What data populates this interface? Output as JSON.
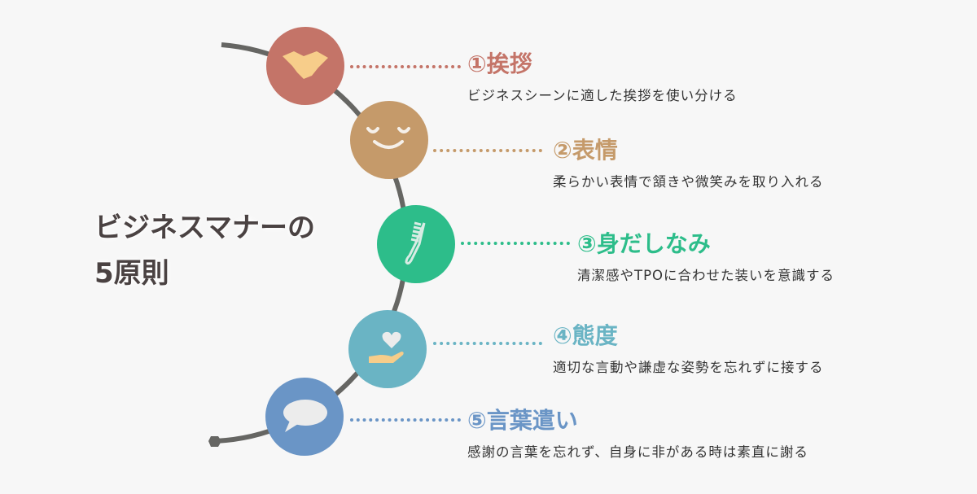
{
  "title_line1": "ビジネスマナーの",
  "title_line2": "5原則",
  "items": [
    {
      "title": "①挨拶",
      "desc": "ビジネスシーンに適した挨拶を使い分ける",
      "color": "#c47468",
      "icon": "handshake-icon"
    },
    {
      "title": "②表情",
      "desc": "柔らかい表情で頷きや微笑みを取り入れる",
      "color": "#c59a6a",
      "icon": "smile-face-icon"
    },
    {
      "title": "③身だしなみ",
      "desc": "清潔感やTPOに合わせた装いを意識する",
      "color": "#2dbd8a",
      "icon": "comb-icon"
    },
    {
      "title": "④態度",
      "desc": "適切な言動や謙虚な姿勢を忘れずに接する",
      "color": "#6ab4c4",
      "icon": "heart-hand-icon"
    },
    {
      "title": "⑤言葉遣い",
      "desc": "感謝の言葉を忘れず、自身に非がある時は素直に謝る",
      "color": "#6a95c6",
      "icon": "speech-bubble-icon"
    }
  ]
}
